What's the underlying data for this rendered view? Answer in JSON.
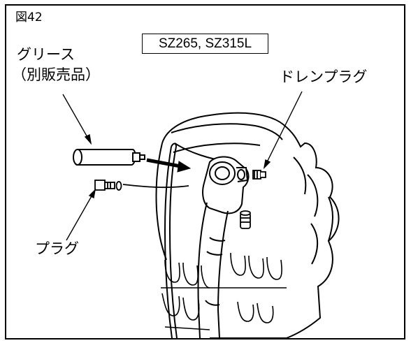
{
  "figure": {
    "number": "図42",
    "model_label": "SZ265, SZ315L"
  },
  "callouts": {
    "grease": "グリース",
    "grease_note": "（別販売品）",
    "drain_plug": "ドレンプラグ",
    "plug": "プラグ"
  }
}
